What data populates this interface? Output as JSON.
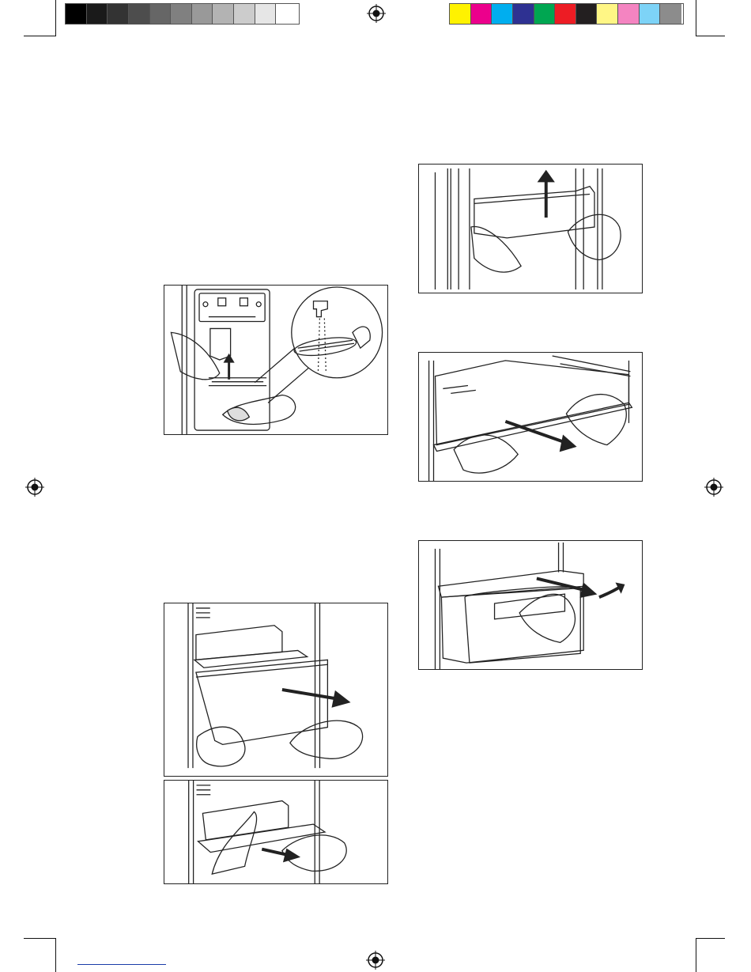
{
  "grayscale_swatches": [
    "#000000",
    "#1a1a1a",
    "#333333",
    "#4d4d4d",
    "#666666",
    "#808080",
    "#999999",
    "#b3b3b3",
    "#cccccc",
    "#e6e6e6",
    "#ffffff"
  ],
  "color_swatches": [
    "#fff200",
    "#ec008c",
    "#00aeef",
    "#2e3192",
    "#00a651",
    "#ed1c24",
    "#231f20",
    "#fff685",
    "#f484c1",
    "#7dd3f7",
    "#8c8c8c"
  ],
  "footer_link_color": "#1a3ca8",
  "figures": [
    {
      "id": "dispenser-tray-cleaning",
      "icon": "dispenser-tray-cleaning-illustration"
    },
    {
      "id": "drawer-pull-out",
      "icon": "drawer-removal-illustration"
    },
    {
      "id": "shelf-slide-out",
      "icon": "shelf-removal-illustration"
    },
    {
      "id": "door-bin-lift",
      "icon": "door-bin-lift-illustration"
    },
    {
      "id": "glass-shelf-pull",
      "icon": "glass-shelf-pull-illustration"
    },
    {
      "id": "crisper-drawer-tilt",
      "icon": "crisper-drawer-removal-illustration"
    }
  ]
}
